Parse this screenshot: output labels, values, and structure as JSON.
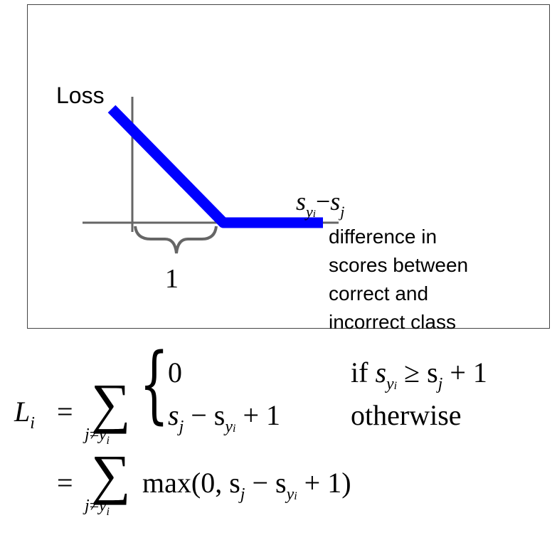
{
  "graph": {
    "y_label": "Loss",
    "x_label_main": "s",
    "x_label_sub1": "y",
    "x_label_sub2": "i",
    "x_label_op": "−",
    "x_label_main2": "s",
    "x_label_sub3": "j",
    "margin_label": "1",
    "note_lines": [
      "difference in",
      "scores between",
      "correct and",
      "incorrect class"
    ],
    "line_color": "#0000ff",
    "axis_color": "#666666"
  },
  "formula": {
    "lhs": "L",
    "lhs_sub": "i",
    "eq": "=",
    "sum": "∑",
    "sum_under": "j≠y",
    "sum_under_sub": "i",
    "case1_value": "0",
    "case1_cond_if": "if",
    "case1_cond": "s",
    "case1_cond_sub": "y",
    "case1_cond_sub2": "i",
    "case1_cond_rest": "≥ s",
    "case1_cond_rest_sub": "j",
    "case1_cond_tail": "+ 1",
    "case2_value_s": "s",
    "case2_value_sub": "j",
    "case2_value_mid": "− s",
    "case2_value_sub2": "y",
    "case2_value_sub3": "i",
    "case2_value_tail": "+ 1",
    "case2_cond": "otherwise",
    "line2_eq": "=",
    "line2_max": "max(0, s",
    "line2_sub": "j",
    "line2_mid": "− s",
    "line2_sub2": "y",
    "line2_sub3": "i",
    "line2_tail": "+ 1)"
  }
}
